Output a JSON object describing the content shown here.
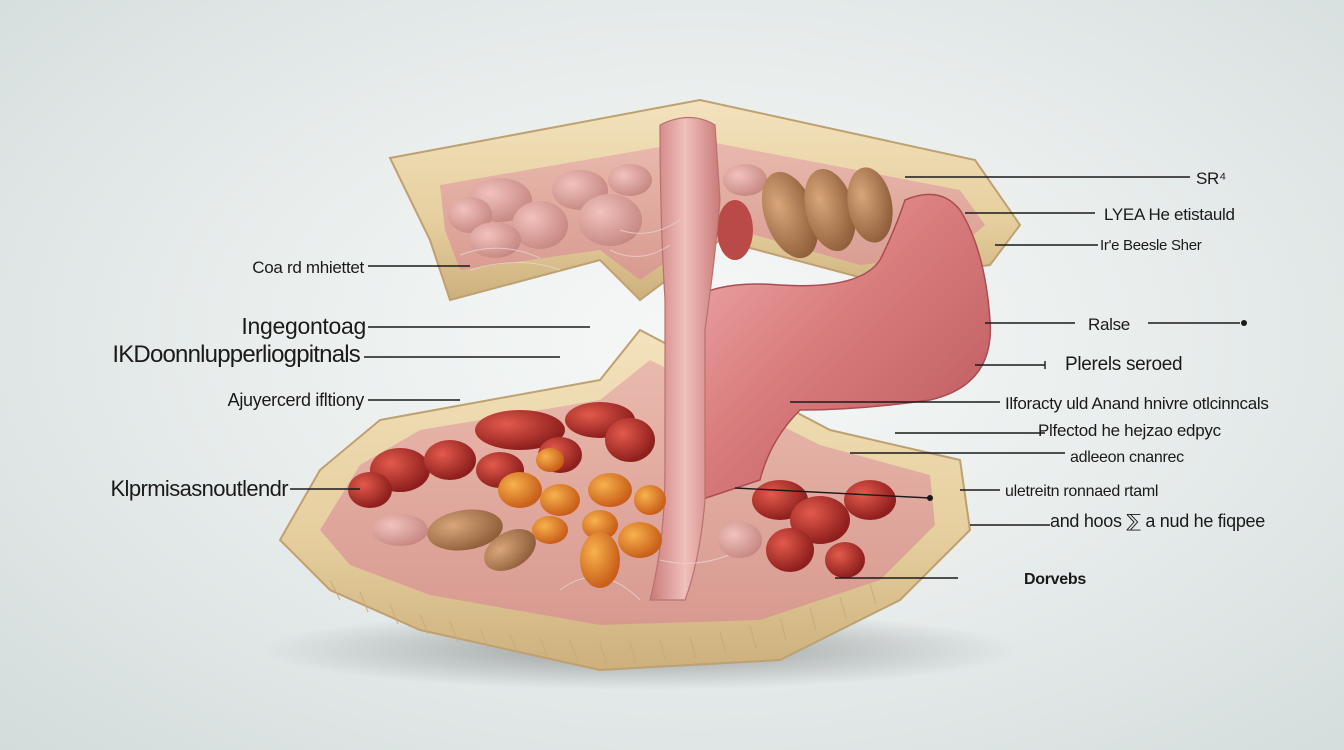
{
  "diagram": {
    "labels_left": [
      {
        "id": "l1",
        "text": "Coa rd mhiettet"
      },
      {
        "id": "l2",
        "text": "Ingegontoag"
      },
      {
        "id": "l3",
        "text": "IKDoonnlupperliogpitnals"
      },
      {
        "id": "l4",
        "text": "Ajuyercerd ifltiony"
      },
      {
        "id": "l5",
        "text": "Klprmisasnoutlendr"
      }
    ],
    "labels_right": [
      {
        "id": "r1",
        "text": "SR⁴"
      },
      {
        "id": "r2",
        "text": "LYEA He etistauld"
      },
      {
        "id": "r3",
        "text": "Ir'e Beesle Sher"
      },
      {
        "id": "r4",
        "text": "Ralse"
      },
      {
        "id": "r5",
        "text": "Plerels seroed"
      },
      {
        "id": "r6",
        "text": "Ilforacty uld Anand hnivre otlcinncals"
      },
      {
        "id": "r7",
        "text": "Plfectod he hejzao edpyc"
      },
      {
        "id": "r8",
        "text": "adleeon cnanrec"
      },
      {
        "id": "r9",
        "text": "uletreitn ronnaed rtaml"
      },
      {
        "id": "r10",
        "text": "and hoos ⅀ a nud he fiqpee"
      },
      {
        "id": "r11",
        "text": "Dorvebs"
      }
    ],
    "colors": {
      "shell_outer": "#e8d3a8",
      "shell_inner": "#f4e4c1",
      "stomach": "#d97a7c",
      "intestine": "#e3a49c",
      "organ_red": "#b8302c",
      "organ_orange": "#e07a2a",
      "line": "#1a1a1a"
    }
  }
}
